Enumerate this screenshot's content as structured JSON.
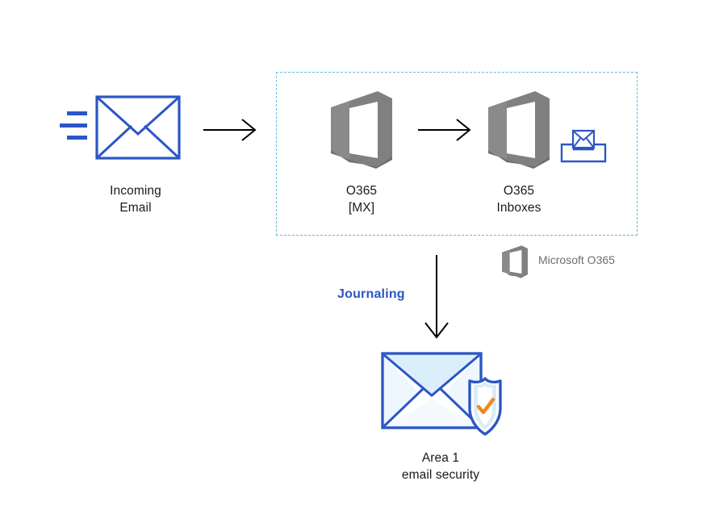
{
  "diagram": {
    "title": "Office 365 journaling to Area 1 email security flow",
    "background_color": "#ffffff"
  },
  "colors": {
    "envelope_blue": "#2b57c4",
    "office_gray": "#808080",
    "dashed_border": "#63bdd8",
    "arrow_black": "#000000",
    "journaling_blue": "#2c55c0",
    "legend_gray": "#6e6e6e",
    "shield_orange": "#f0881f",
    "envelope_fill_light": "#d9ecf8",
    "label_text": "#1a1a1a"
  },
  "nodes": {
    "incoming_email": {
      "label": "Incoming\nEmail",
      "icon": "envelope-with-speed-lines-icon"
    },
    "o365_mx": {
      "label": "O365\n[MX]",
      "icon": "office-365-cube-icon"
    },
    "o365_inboxes": {
      "label": "O365\nInboxes",
      "icon": "office-365-cube-icon",
      "badge_icon": "inbox-tray-envelope-icon"
    },
    "area1": {
      "label": "Area 1\nemail security",
      "icon": "envelope-shield-check-icon"
    }
  },
  "edges": {
    "incoming_to_mx": {
      "icon": "arrow-right-icon"
    },
    "mx_to_inboxes": {
      "icon": "arrow-right-icon"
    },
    "inboxes_to_area1": {
      "icon": "arrow-down-icon",
      "label": "Journaling"
    }
  },
  "legend": {
    "label": "Microsoft O365",
    "icon": "office-365-cube-icon"
  },
  "zone": {
    "name": "microsoft-o365-zone",
    "style": "dashed"
  }
}
